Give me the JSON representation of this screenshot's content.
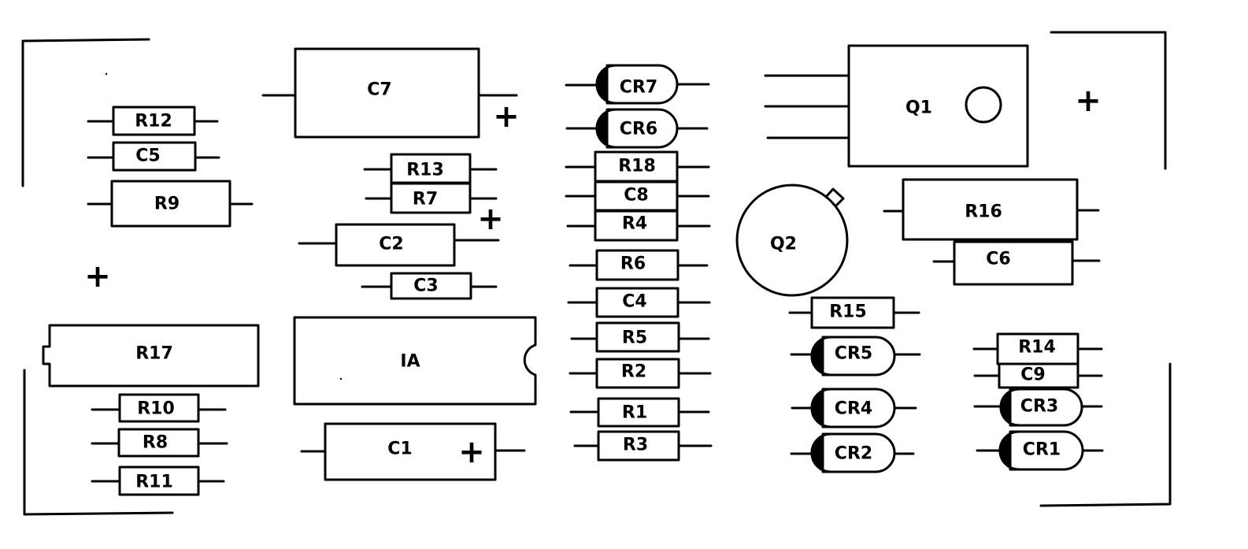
{
  "colors": {
    "ink": "#000000",
    "paper": "#ffffff"
  },
  "polarity_mark": "+",
  "components": {
    "c7": "C7",
    "q1": "Q1",
    "q2": "Q2",
    "r12": "R12",
    "c5": "C5",
    "r9": "R9",
    "r13": "R13",
    "r7": "R7",
    "c2": "C2",
    "c3": "C3",
    "r17": "R17",
    "ia": "IA",
    "r10": "R10",
    "r8": "R8",
    "r11": "R11",
    "c1": "C1",
    "cr7": "CR7",
    "cr6": "CR6",
    "r18": "R18",
    "c8": "C8",
    "r4": "R4",
    "r6": "R6",
    "c4": "C4",
    "r5": "R5",
    "r2": "R2",
    "r1": "R1",
    "r3": "R3",
    "r16": "R16",
    "c6": "C6",
    "r15": "R15",
    "cr5": "CR5",
    "cr4": "CR4",
    "cr2": "CR2",
    "r14": "R14",
    "c9": "C9",
    "cr3": "CR3",
    "cr1": "CR1"
  }
}
